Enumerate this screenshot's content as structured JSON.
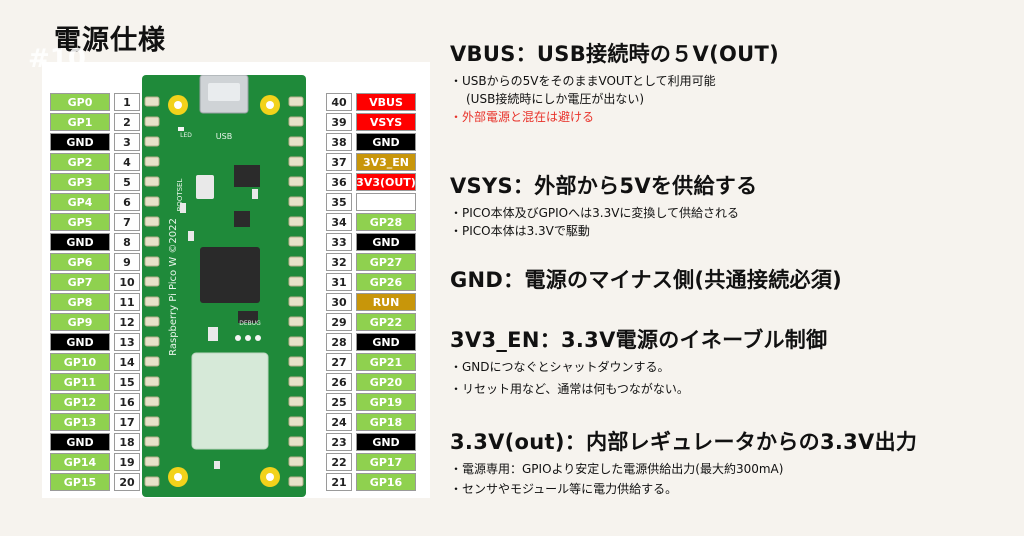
{
  "page": {
    "title": "電源仕様",
    "watermark": "#10"
  },
  "pins_left": [
    {
      "num": "1",
      "label": "GP0",
      "type": "gpio"
    },
    {
      "num": "2",
      "label": "GP1",
      "type": "gpio"
    },
    {
      "num": "3",
      "label": "GND",
      "type": "gnd"
    },
    {
      "num": "4",
      "label": "GP2",
      "type": "gpio"
    },
    {
      "num": "5",
      "label": "GP3",
      "type": "gpio"
    },
    {
      "num": "6",
      "label": "GP4",
      "type": "gpio"
    },
    {
      "num": "7",
      "label": "GP5",
      "type": "gpio"
    },
    {
      "num": "8",
      "label": "GND",
      "type": "gnd"
    },
    {
      "num": "9",
      "label": "GP6",
      "type": "gpio"
    },
    {
      "num": "10",
      "label": "GP7",
      "type": "gpio"
    },
    {
      "num": "11",
      "label": "GP8",
      "type": "gpio"
    },
    {
      "num": "12",
      "label": "GP9",
      "type": "gpio"
    },
    {
      "num": "13",
      "label": "GND",
      "type": "gnd"
    },
    {
      "num": "14",
      "label": "GP10",
      "type": "gpio"
    },
    {
      "num": "15",
      "label": "GP11",
      "type": "gpio"
    },
    {
      "num": "16",
      "label": "GP12",
      "type": "gpio"
    },
    {
      "num": "17",
      "label": "GP13",
      "type": "gpio"
    },
    {
      "num": "18",
      "label": "GND",
      "type": "gnd"
    },
    {
      "num": "19",
      "label": "GP14",
      "type": "gpio"
    },
    {
      "num": "20",
      "label": "GP15",
      "type": "gpio"
    }
  ],
  "pins_right": [
    {
      "num": "40",
      "label": "VBUS",
      "type": "pwr"
    },
    {
      "num": "39",
      "label": "VSYS",
      "type": "pwr"
    },
    {
      "num": "38",
      "label": "GND",
      "type": "gnd"
    },
    {
      "num": "37",
      "label": "3V3_EN",
      "type": "ctl"
    },
    {
      "num": "36",
      "label": "3V3(OUT)",
      "type": "pwr"
    },
    {
      "num": "35",
      "label": "",
      "type": "nc"
    },
    {
      "num": "34",
      "label": "GP28",
      "type": "gpio"
    },
    {
      "num": "33",
      "label": "GND",
      "type": "gnd"
    },
    {
      "num": "32",
      "label": "GP27",
      "type": "gpio"
    },
    {
      "num": "31",
      "label": "GP26",
      "type": "gpio"
    },
    {
      "num": "30",
      "label": "RUN",
      "type": "ctl"
    },
    {
      "num": "29",
      "label": "GP22",
      "type": "gpio"
    },
    {
      "num": "28",
      "label": "GND",
      "type": "gnd"
    },
    {
      "num": "27",
      "label": "GP21",
      "type": "gpio"
    },
    {
      "num": "26",
      "label": "GP20",
      "type": "gpio"
    },
    {
      "num": "25",
      "label": "GP19",
      "type": "gpio"
    },
    {
      "num": "24",
      "label": "GP18",
      "type": "gpio"
    },
    {
      "num": "23",
      "label": "GND",
      "type": "gnd"
    },
    {
      "num": "22",
      "label": "GP17",
      "type": "gpio"
    },
    {
      "num": "21",
      "label": "GP16",
      "type": "gpio"
    }
  ],
  "board": {
    "name": "Raspberry Pi Pico W ©2022",
    "usb": "USB",
    "led": "LED",
    "bootsel": "BOOTSEL",
    "debug": "DEBUG"
  },
  "colors": {
    "gpio": "#8fd14f",
    "gnd": "#000000",
    "power": "#ff0000",
    "control": "#c8960a",
    "board": "#1f8a3a",
    "warning": "#e8322a"
  },
  "sections": [
    {
      "heading": "VBUS：USB接続時の５V(OUT)",
      "lines": [
        {
          "text": "・USBからの5VをそのままVOUTとして利用可能",
          "style": ""
        },
        {
          "text": "(USB接続時にしか電圧が出ない)",
          "style": "indent"
        },
        {
          "text": "・外部電源と混在は避ける",
          "style": "warn"
        }
      ]
    },
    {
      "heading": "VSYS：外部から5Vを供給する",
      "lines": [
        {
          "text": "・PICO本体及びGPIOへは3.3Vに変換して供給される",
          "style": ""
        },
        {
          "text": "・PICO本体は3.3Vで駆動",
          "style": ""
        }
      ]
    },
    {
      "heading": "GND：電源のマイナス側(共通接続必須)",
      "lines": []
    },
    {
      "heading": "3V3_EN：3.3V電源のイネーブル制御",
      "lines": [
        {
          "text": "・GNDにつなぐとシャットダウンする。",
          "style": ""
        },
        {
          "text": "・リセット用など、通常は何もつながない。",
          "style": ""
        }
      ]
    },
    {
      "heading": "3.3V(out)：内部レギュレータからの3.3V出力",
      "lines": [
        {
          "text": "・電源専用：GPIOより安定した電源供給出力(最大約300mA)",
          "style": ""
        },
        {
          "text": "・センサやモジュール等に電力供給する。",
          "style": ""
        }
      ]
    }
  ]
}
